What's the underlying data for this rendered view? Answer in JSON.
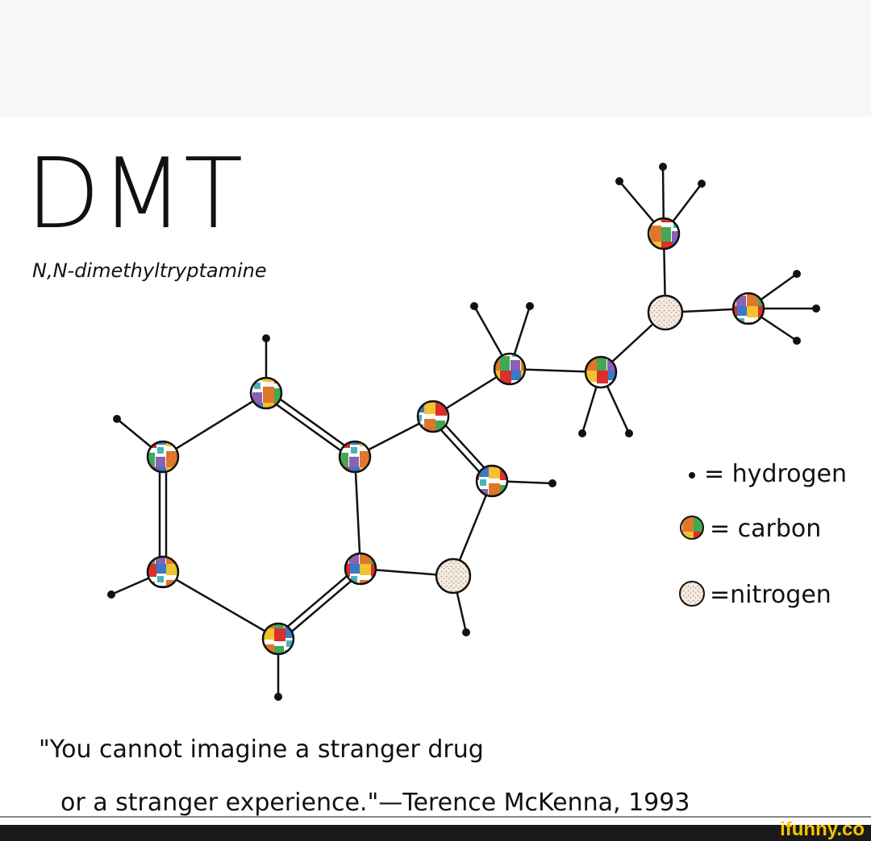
{
  "title": "DMT",
  "subtitle": "N,N-dimethyltryptamine",
  "legend": {
    "hydrogen": "= hydrogen",
    "carbon": "= carbon",
    "nitrogen": "=nitrogen"
  },
  "quote": {
    "line1": "\"You cannot imagine a stranger drug",
    "line2": "or a stranger experience.\"—Terence McKenna, 1993"
  },
  "watermark": "ifunny.co",
  "colors": {
    "brand": "#f5c400",
    "footer": "#1a1a1a"
  }
}
